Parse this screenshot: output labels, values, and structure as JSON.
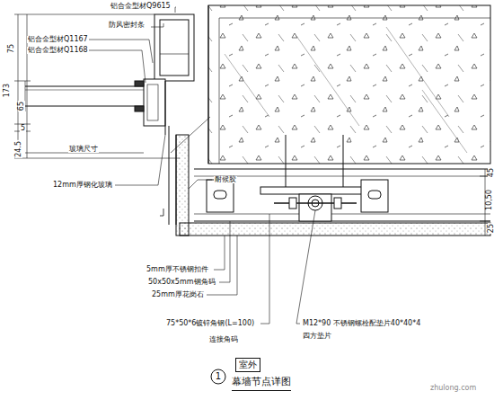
{
  "diagram": {
    "title": "幕墙节点详图",
    "nodes": [
      {
        "text": [
          "室外"
        ]
      },
      {
        "text": [
          "1"
        ]
      }
    ],
    "labels": [
      "铝合金型材Q9615",
      "防风密封条",
      "铝合金型材Q1167",
      "铝合金型材Q1168",
      "173",
      "75",
      "65",
      "5",
      "24.5",
      "玻璃尺寸",
      "12mm厚钢化玻璃",
      "耐候胶",
      "5mm厚不锈钢扣件",
      "50x50x5mm钢角码",
      "25mm厚花岗石",
      "75*50*6镀锌角钢(L=100)",
      "连接角码",
      "M12*90 不锈钢螺栓配垫片40*40*4",
      "四方垫片",
      "45",
      "10,50",
      "25",
      "zhulong.com"
    ]
  }
}
